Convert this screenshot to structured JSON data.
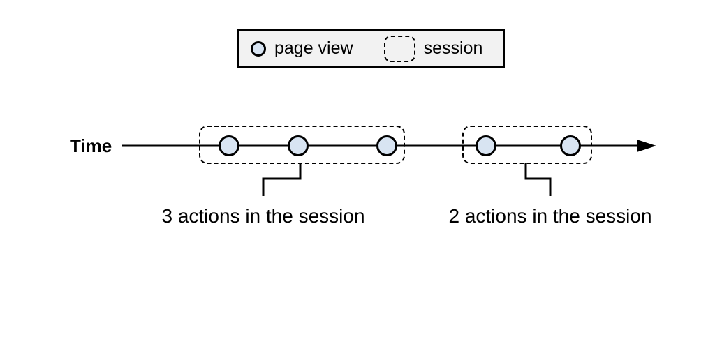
{
  "legend": {
    "items": [
      {
        "icon": "page-view-icon",
        "label": "page view"
      },
      {
        "icon": "session-icon",
        "label": "session"
      }
    ]
  },
  "timeline": {
    "axis_label": "Time",
    "sessions": [
      {
        "page_views": 3,
        "annotation": "3 actions in the session"
      },
      {
        "page_views": 2,
        "annotation": "2 actions in the session"
      }
    ]
  },
  "colors": {
    "page_view_fill": "#d8e4f2",
    "stroke": "#000000",
    "legend_background": "#f2f2f2",
    "canvas_background": "#ffffff"
  }
}
